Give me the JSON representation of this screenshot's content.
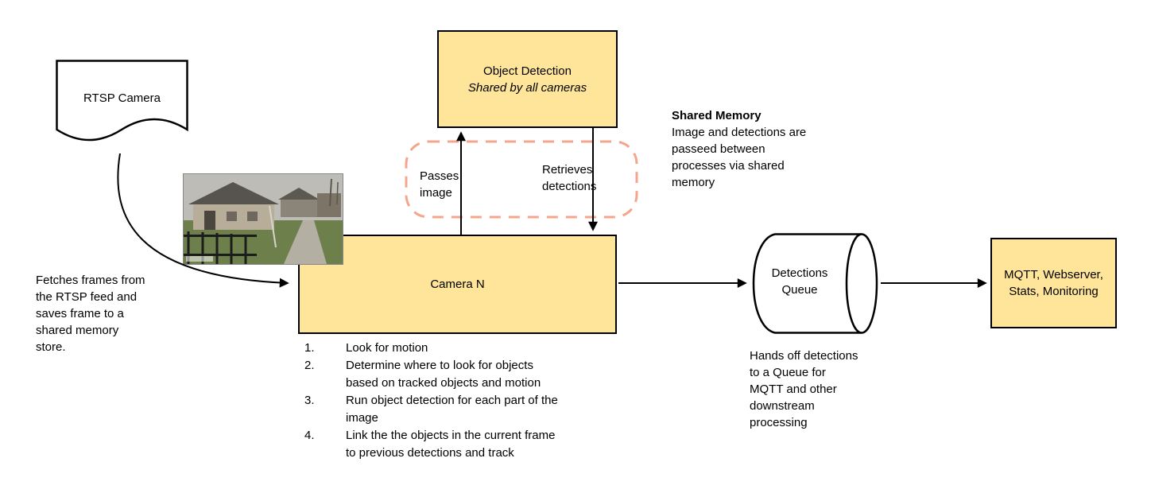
{
  "title": "Camera detection pipeline diagram",
  "colors": {
    "node_fill": "#ffe599",
    "node_border": "#000000",
    "shared_memory_dash": "#f4a58c",
    "arrow": "#000000",
    "background": "#ffffff"
  },
  "nodes": {
    "rtsp_camera": {
      "label": "RTSP Camera"
    },
    "object_detection": {
      "title": "Object Detection",
      "subtitle": "Shared by all cameras"
    },
    "camera_n": {
      "label": "Camera N"
    },
    "detections_queue": {
      "label": "Detections\nQueue"
    },
    "mqtt": {
      "label": "MQTT, Webserver,\nStats, Monitoring"
    }
  },
  "labels": {
    "passes_image": "Passes\nimage",
    "retrieves_detections": "Retrieves\ndetections",
    "shared_memory_title": "Shared Memory",
    "shared_memory_body": "Image and detections are\npasseed between\nprocesses via shared\nmemory",
    "fetches_note": "Fetches frames from\nthe RTSP feed and\nsaves frame to a\nshared memory\nstore.",
    "hands_off_note": "Hands off detections\nto a Queue for\nMQTT and other\ndownstream\nprocessing"
  },
  "steps": [
    {
      "num": "1.",
      "text": "Look for motion"
    },
    {
      "num": "2.",
      "text": "Determine where to look for objects\nbased on tracked objects and motion"
    },
    {
      "num": "3.",
      "text": "Run object detection for each part of the\nimage"
    },
    {
      "num": "4.",
      "text": "Link the the objects in the current frame\nto previous detections and track"
    }
  ]
}
